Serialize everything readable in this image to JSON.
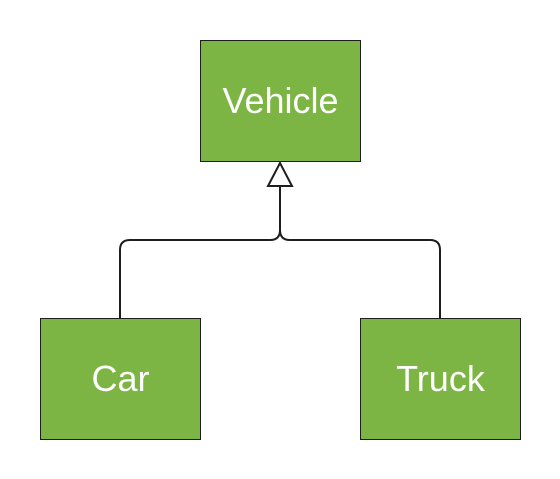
{
  "diagram": {
    "type": "class-hierarchy",
    "colors": {
      "node_fill": "#7cb543",
      "node_border": "#1e1e1e",
      "node_text": "#ffffff",
      "connector": "#1e1e1e",
      "arrowhead_fill": "#ffffff"
    },
    "nodes": [
      {
        "id": "vehicle",
        "label": "Vehicle"
      },
      {
        "id": "car",
        "label": "Car"
      },
      {
        "id": "truck",
        "label": "Truck"
      }
    ],
    "edges": [
      {
        "from": "car",
        "to": "vehicle",
        "kind": "inheritance",
        "arrowhead": "hollow-triangle"
      },
      {
        "from": "truck",
        "to": "vehicle",
        "kind": "inheritance",
        "arrowhead": "hollow-triangle"
      }
    ]
  }
}
